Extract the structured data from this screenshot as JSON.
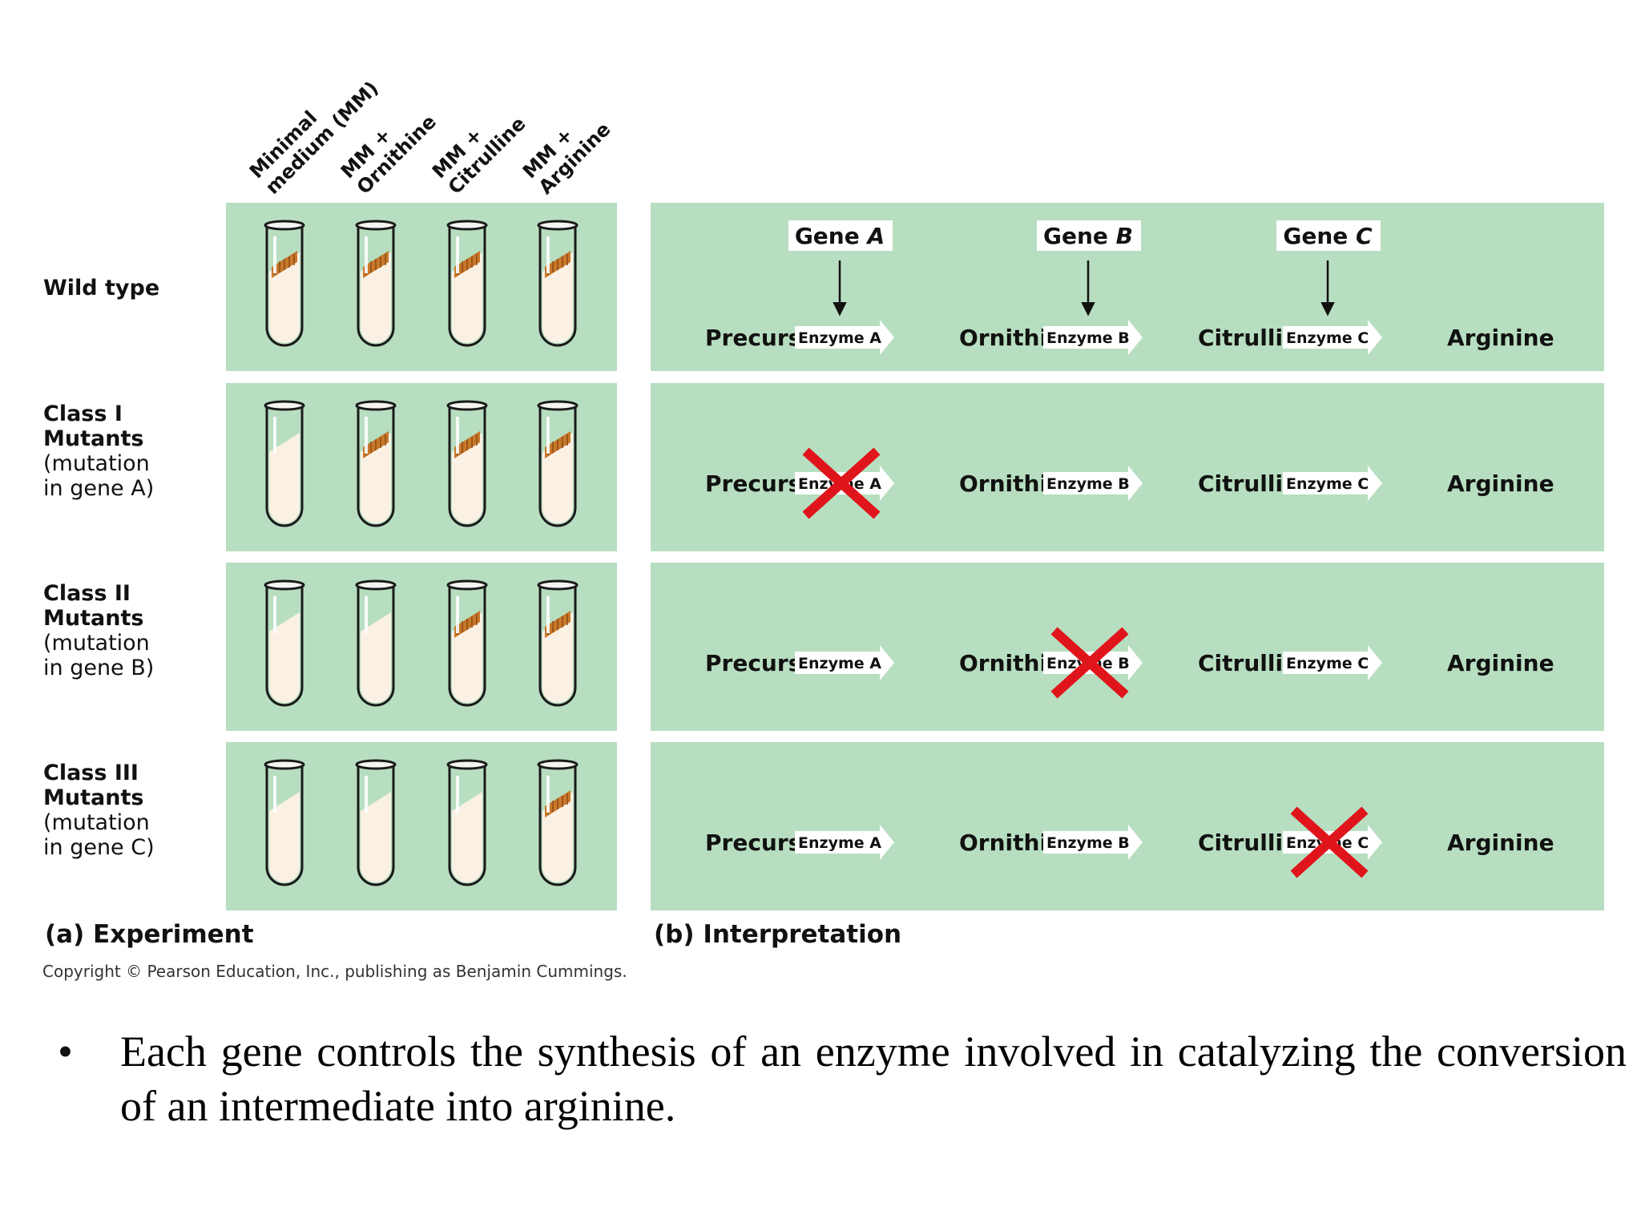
{
  "experiment": {
    "column_headers": [
      [
        "Minimal",
        "medium (MM)"
      ],
      [
        "MM +",
        "Ornithine"
      ],
      [
        "MM +",
        "Citrulline"
      ],
      [
        "MM +",
        "Arginine"
      ]
    ],
    "rows": [
      {
        "label_lines": [
          "Wild type"
        ],
        "growth": [
          true,
          true,
          true,
          true
        ]
      },
      {
        "label_lines": [
          "Class I",
          "Mutants",
          "(mutation",
          "in gene A)"
        ],
        "growth": [
          false,
          true,
          true,
          true
        ]
      },
      {
        "label_lines": [
          "Class II",
          "Mutants",
          "(mutation",
          "in gene B)"
        ],
        "growth": [
          false,
          false,
          true,
          true
        ]
      },
      {
        "label_lines": [
          "Class III",
          "Mutants",
          "(mutation",
          "in gene C)"
        ],
        "growth": [
          false,
          false,
          false,
          true
        ]
      }
    ],
    "caption": "(a) Experiment"
  },
  "interpretation": {
    "genes": [
      "Gene A",
      "Gene B",
      "Gene C"
    ],
    "compounds": [
      "Precursor",
      "Ornithine",
      "Citrulline",
      "Arginine"
    ],
    "enzymes": [
      "Enzyme A",
      "Enzyme B",
      "Enzyme C"
    ],
    "blocked_enzyme_by_row": [
      null,
      0,
      1,
      2
    ],
    "caption": "(b) Interpretation"
  },
  "copyright": "Copyright © Pearson Education, Inc., publishing as Benjamin Cummings.",
  "bullet": {
    "symbol": "•",
    "text": "Each gene controls the synthesis of an enzyme involved in catalyzing the conversion of an intermediate into arginine."
  },
  "colors": {
    "panel_green": "#b7dec0",
    "growth_orange": "#c8782a",
    "medium_cream": "#fbf0e4",
    "block_red": "#e0151b"
  }
}
